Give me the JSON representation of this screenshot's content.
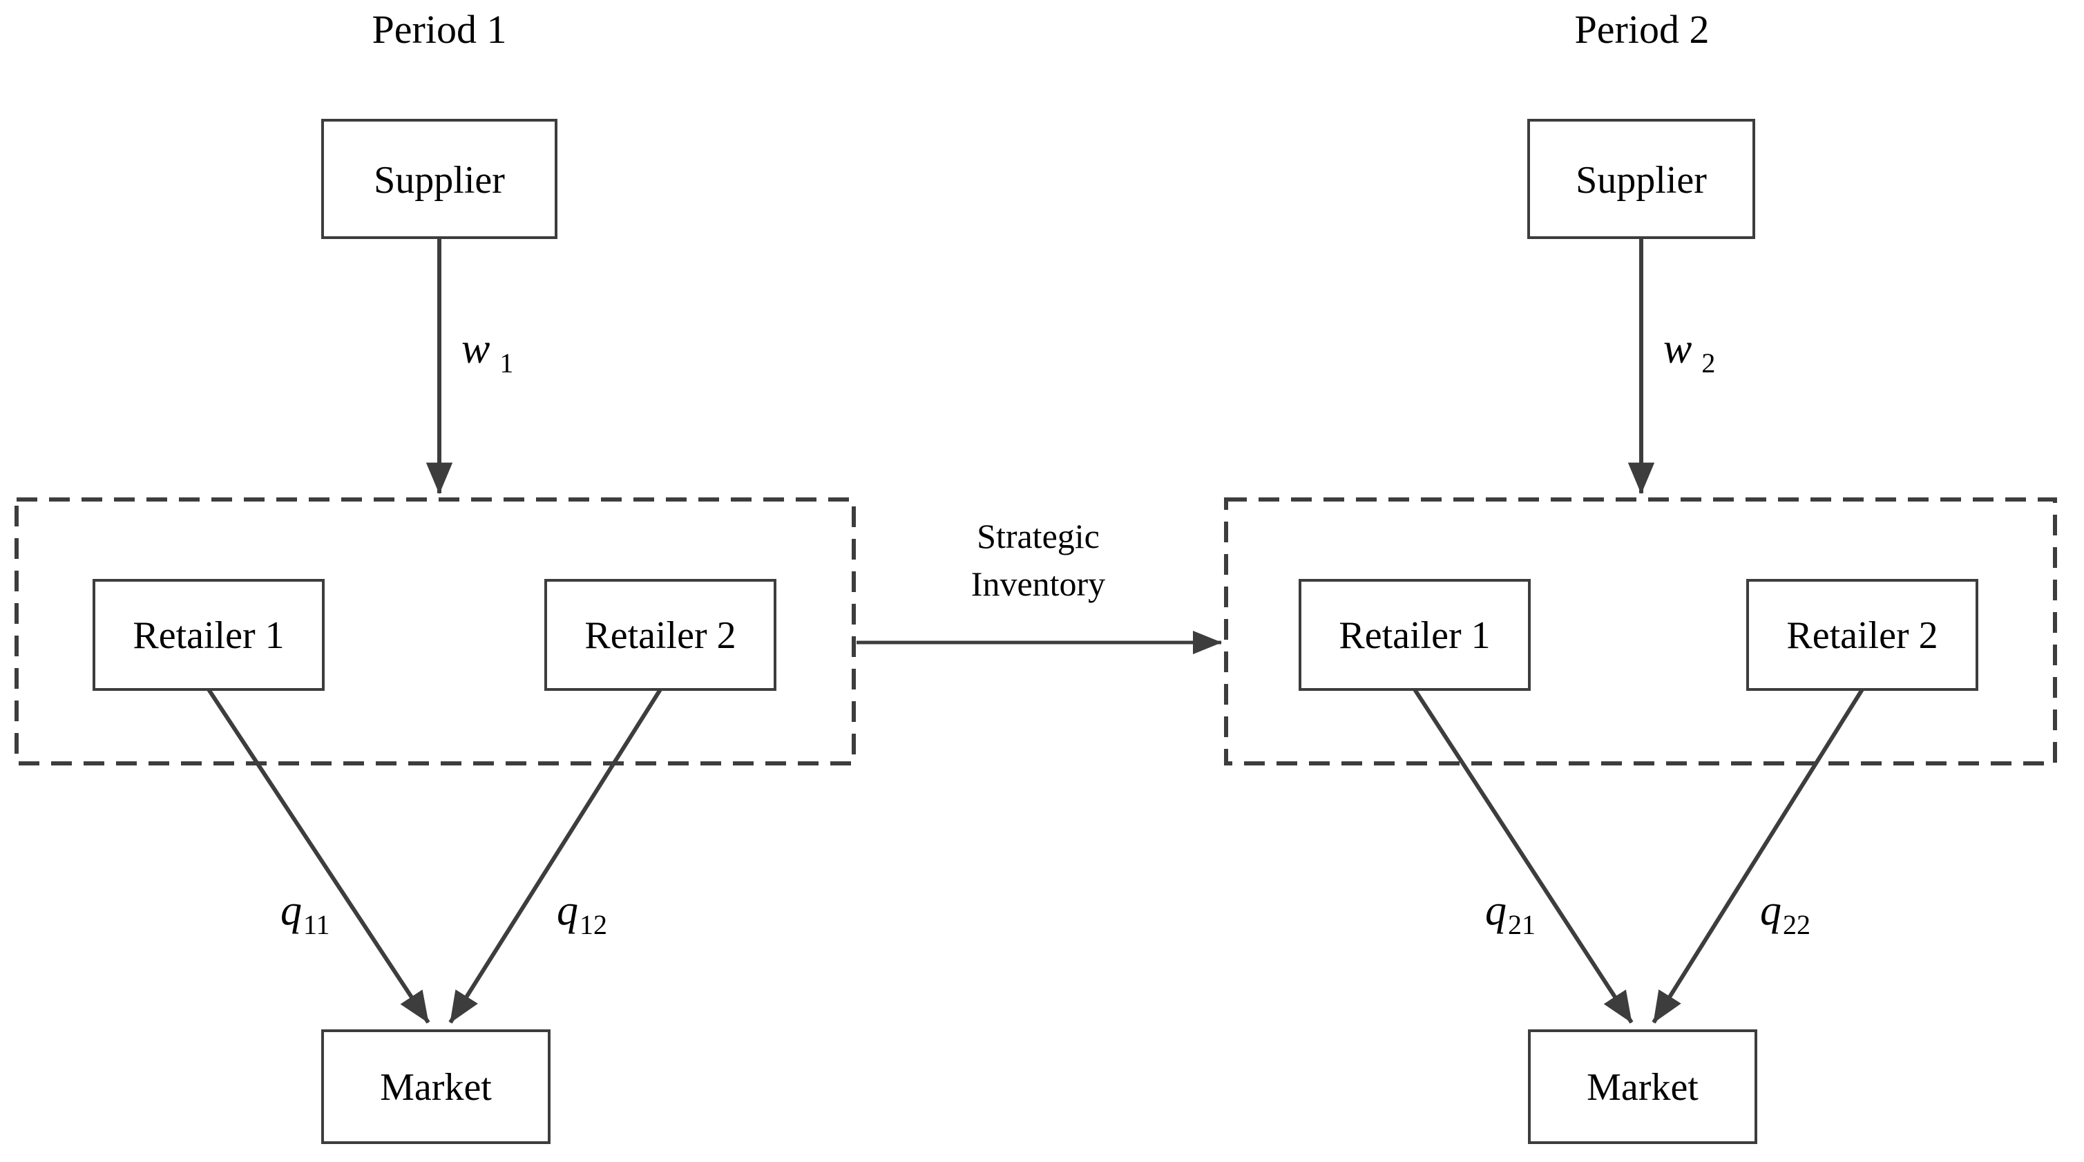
{
  "figure": {
    "type": "diagram",
    "subtype": "supply-chain-flow",
    "background_color": "#ffffff",
    "stroke_color": "#3d3d3d",
    "text_color": "#000000"
  },
  "periods": [
    {
      "id": "period-1",
      "title": "Period 1",
      "supplier_label": "Supplier",
      "wholesale_price": {
        "symbol": "w",
        "subscript": "1"
      },
      "retailers": [
        {
          "label": "Retailer 1",
          "quantity": {
            "symbol": "q",
            "subscript": "11"
          }
        },
        {
          "label": "Retailer 2",
          "quantity": {
            "symbol": "q",
            "subscript": "12"
          }
        }
      ],
      "market_label": "Market"
    },
    {
      "id": "period-2",
      "title": "Period 2",
      "supplier_label": "Supplier",
      "wholesale_price": {
        "symbol": "w",
        "subscript": "2"
      },
      "retailers": [
        {
          "label": "Retailer 1",
          "quantity": {
            "symbol": "q",
            "subscript": "21"
          }
        },
        {
          "label": "Retailer 2",
          "quantity": {
            "symbol": "q",
            "subscript": "22"
          }
        }
      ],
      "market_label": "Market"
    }
  ],
  "strategic_inventory": {
    "line1": "Strategic",
    "line2": "Inventory"
  }
}
